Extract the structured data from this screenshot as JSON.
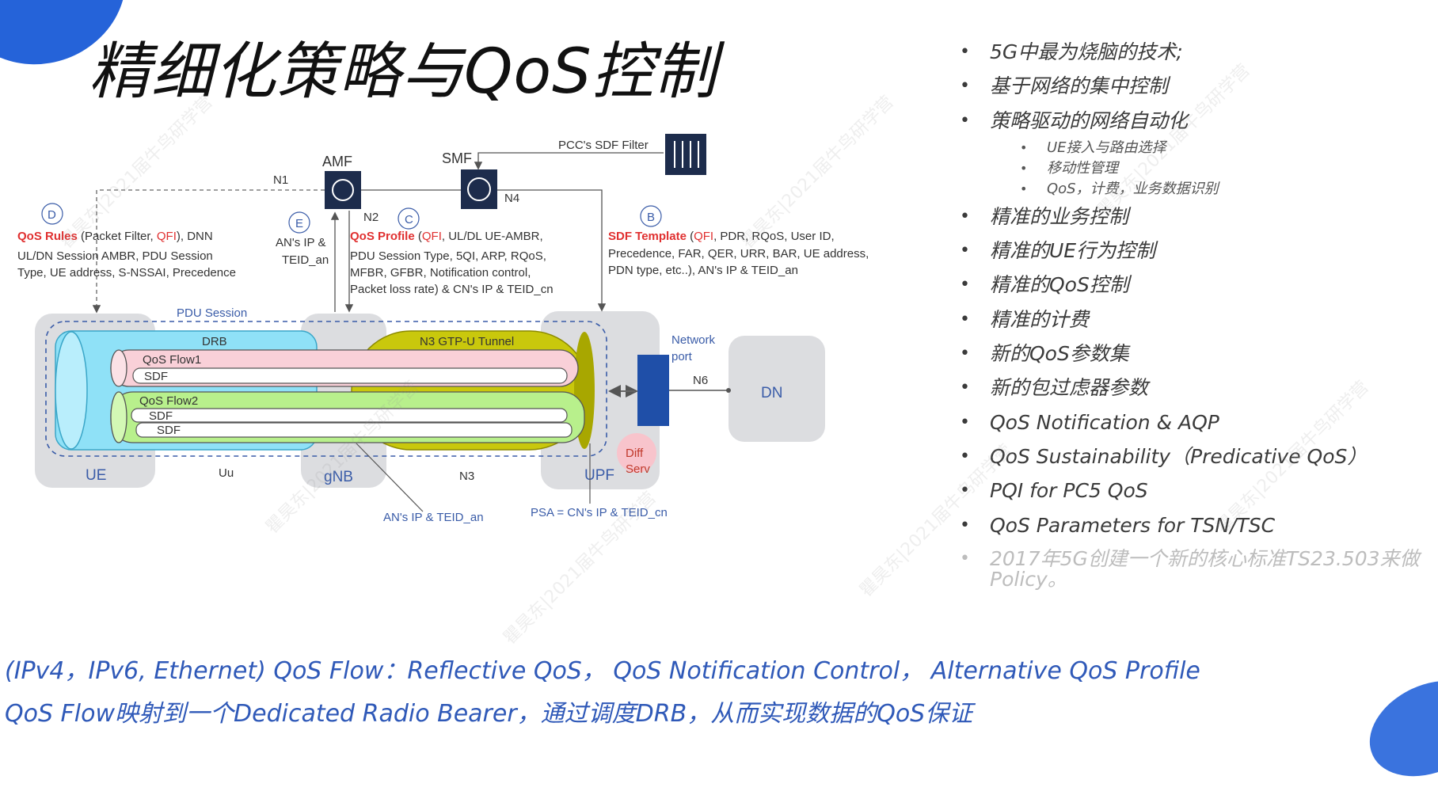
{
  "title": "精细化策略与QoS控制",
  "bullets": [
    "5G中最为烧脑的技术;",
    "基于网络的集中控制",
    "策略驱动的网络自动化",
    "精准的业务控制",
    "精准的UE行为控制",
    "精准的QoS控制",
    "精准的计费",
    "新的QoS参数集",
    "新的包过虑器参数",
    "QoS Notification & AQP",
    "QoS Sustainability（Predicative QoS）",
    "PQI for PC5 QoS",
    "QoS Parameters for TSN/TSC",
    "2017年5G创建一个新的核心标准TS23.503来做Policy。"
  ],
  "sub_bullets": [
    "UE接入与路由选择",
    "移动性管理",
    "QoS，计费，业务数据识别"
  ],
  "bottom_lines": [
    "(IPv4，IPv6, Ethernet) QoS Flow：Reflective QoS，  QoS Notification Control，  Alternative QoS Profile",
    "QoS Flow映射到一个Dedicated Radio Bearer，通过调度DRB，从而实现数据的QoS保证"
  ],
  "diagram": {
    "amf": "AMF",
    "smf": "SMF",
    "pcc_filter": "PCC's SDF Filter",
    "n1": "N1",
    "n2": "N2",
    "n3": "N3",
    "n4": "N4",
    "n6": "N6",
    "uu": "Uu",
    "label_d": "D",
    "label_e": "E",
    "label_c": "C",
    "label_b": "B",
    "qos_rules_title": "QoS Rules",
    "qos_rules_l1a": " (Packet Filter, ",
    "qfi": "QFI",
    "qos_rules_l1b": "), DNN",
    "qos_rules_l2": "UL/DN Session AMBR, PDU Session",
    "qos_rules_l3": "Type, UE address, S-NSSAI, Precedence",
    "e_l1": "AN's IP &",
    "e_l2": "TEID_an",
    "qos_profile_title": "QoS Profile",
    "qp_l1a": " (",
    "qp_l1b": ", UL/DL UE-AMBR,",
    "qp_l2": "PDU Session Type, 5QI, ARP, RQoS,",
    "qp_l3": "MFBR, GFBR, Notification control,",
    "qp_l4": "Packet loss rate) & CN's IP & TEID_cn",
    "sdf_template_title": "SDF Template",
    "st_l1a": " (",
    "st_l1b": ", PDR, RQoS, User ID,",
    "st_l2": "Precedence, FAR, QER, URR, BAR, UE address,",
    "st_l3": "PDN type, etc..), AN's IP & TEID_an",
    "pdu_session": "PDU Session",
    "drb": "DRB",
    "n3_tunnel": "N3 GTP-U Tunnel",
    "qos_flow1": "QoS Flow1",
    "qos_flow2": "QoS Flow2",
    "sdf": "SDF",
    "ue": "UE",
    "gnb": "gNB",
    "upf": "UPF",
    "dn": "DN",
    "network_port_1": "Network",
    "network_port_2": "port",
    "diff_1": "Diff",
    "diff_2": "Serv",
    "an_ip": "AN's IP & TEID_an",
    "psa": "PSA = CN's IP & TEID_cn"
  },
  "watermark": "瞿昊东|2021届牛鸟研学营",
  "colors": {
    "accent": "#2563d9",
    "drb": "#8fe1f7",
    "tunnel": "#c9c80c",
    "flow1": "#f9d0d8",
    "flow2": "#b8f08c",
    "node": "#dcdde0",
    "port": "#1f4fa8",
    "func": "#1d2c4c"
  }
}
